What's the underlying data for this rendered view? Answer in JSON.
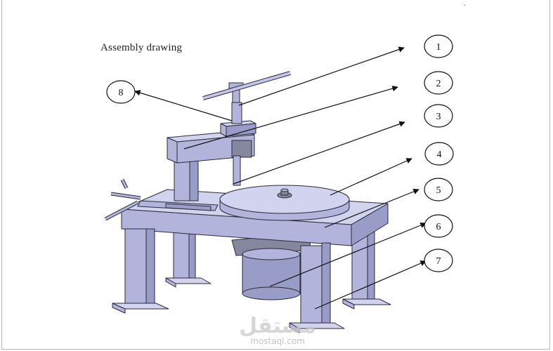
{
  "drawing": {
    "title": "Assembly drawing",
    "callouts": [
      "1",
      "2",
      "3",
      "4",
      "5",
      "6",
      "7",
      "8"
    ]
  },
  "watermark": {
    "arabic": "مستقل",
    "url": "mostaql.com"
  }
}
